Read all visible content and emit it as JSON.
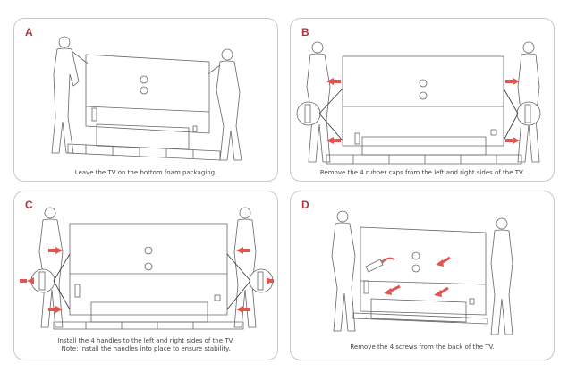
{
  "colors": {
    "accent": "#b3323b",
    "arrow": "#e0554f",
    "line": "#666666",
    "border": "#c8c8c8"
  },
  "panels": [
    {
      "letter": "A",
      "caption": [
        "Leave the TV on the bottom foam packaging."
      ],
      "icons": [
        "person-left-icon",
        "person-right-icon",
        "tv-back-icon",
        "foam-packaging-icon"
      ]
    },
    {
      "letter": "B",
      "caption": [
        "Remove the 4 rubber caps from the left and right sides of the TV."
      ],
      "icons": [
        "person-left-icon",
        "person-right-icon",
        "tv-back-icon",
        "foam-packaging-icon",
        "rubber-cap-detail-icon",
        "red-arrow-icon"
      ]
    },
    {
      "letter": "C",
      "caption": [
        "Install the 4 handles to the left and right sides of the TV.",
        "Note: Install the handles into place to ensure stability."
      ],
      "icons": [
        "person-left-icon",
        "person-right-icon",
        "tv-back-icon",
        "foam-packaging-icon",
        "handle-detail-icon",
        "red-arrow-icon"
      ]
    },
    {
      "letter": "D",
      "caption": [
        "Remove the 4 screws from the back of the TV."
      ],
      "icons": [
        "person-left-icon",
        "person-right-icon",
        "tv-back-icon",
        "screwdriver-icon",
        "red-arrow-icon"
      ]
    }
  ]
}
